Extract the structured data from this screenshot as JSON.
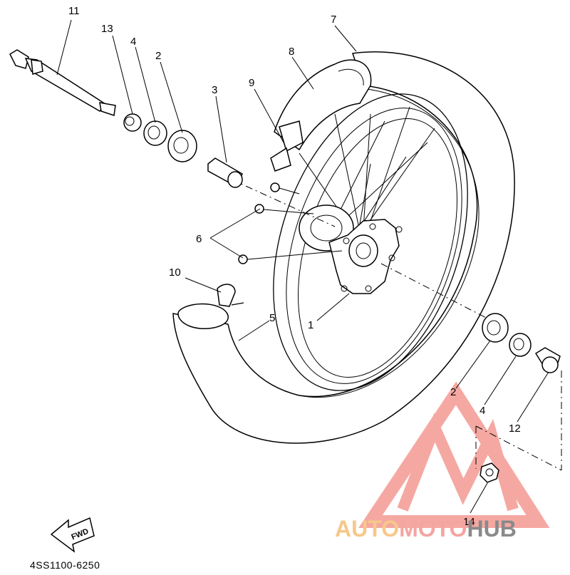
{
  "callouts": {
    "c1": "1",
    "c2_top": "2",
    "c2_bottom": "2",
    "c3": "3",
    "c4_top": "4",
    "c4_bottom": "4",
    "c5": "5",
    "c6": "6",
    "c7": "7",
    "c8": "8",
    "c9": "9",
    "c10": "10",
    "c11": "11",
    "c12": "12",
    "c13": "13",
    "c14": "14"
  },
  "fwd_label": "FWD",
  "diagram_code": "4SS1100-6250",
  "watermark": {
    "part1": "AUTO",
    "part2": "MOTO",
    "part3": "HUB",
    "color_auto": "#f7c88a",
    "color_moto": "#f4a5a1",
    "color_hub": "#8a8a8a",
    "logo_color": "#f28b84"
  }
}
